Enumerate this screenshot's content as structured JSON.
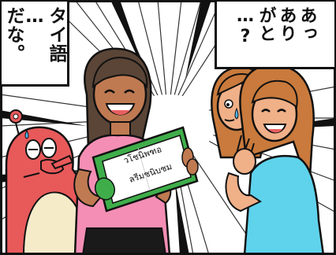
{
  "speech_left": {
    "lines": [
      "タイ語",
      "…",
      "だな。"
    ]
  },
  "speech_right": {
    "lines": [
      "あっ",
      "あり",
      "がと",
      "…?"
    ]
  },
  "card": {
    "script_line1": "วโชนิพฑอ",
    "script_line2": "ลรีมชนิบชม"
  },
  "colors": {
    "background": "#ffffff",
    "ink": "#111111",
    "creature_red": "#e8595a",
    "creature_belly": "#f6ebc9",
    "shirt_pink": "#f48eb4",
    "dress_blue": "#5fd3ec",
    "hair_brown": "#c97a3c",
    "hair_dark": "#5a4537",
    "skin": "#f0b088",
    "card_green": "#3fae4a",
    "sweat_blue": "#4fb3e8"
  }
}
